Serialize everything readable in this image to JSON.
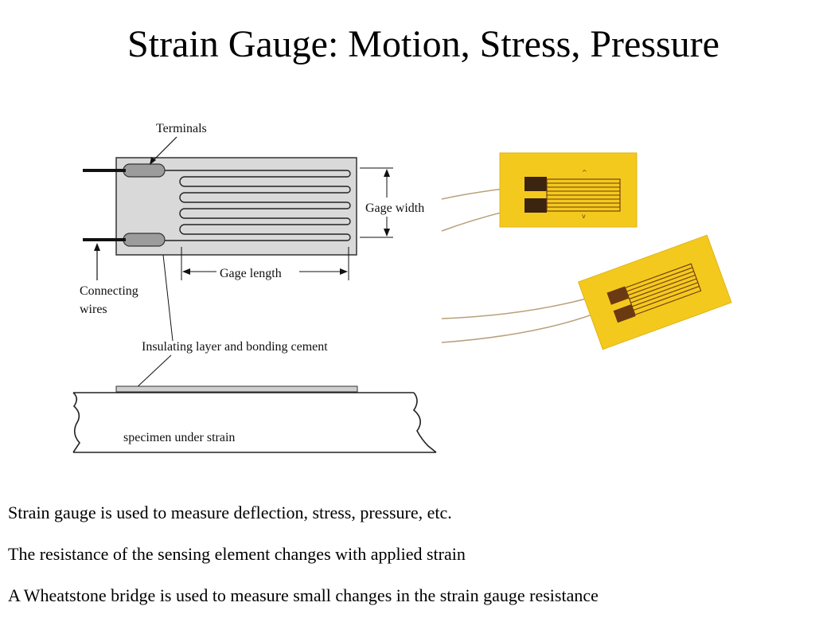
{
  "slide": {
    "title": "Strain Gauge: Motion, Stress, Pressure"
  },
  "diagram": {
    "labels": {
      "terminals": "Terminals",
      "gage_width": "Gage width",
      "gage_length": "Gage length",
      "connecting_wires_line1": "Connecting",
      "connecting_wires_line2": "wires",
      "insulating_layer": "Insulating layer and bonding cement",
      "specimen": "specimen under strain"
    }
  },
  "photo": {
    "colors": {
      "backing": "#f4c91e",
      "grid": "#6b3a12",
      "wire": "#b8a07a"
    }
  },
  "bullets": [
    "Strain gauge is used to measure deflection, stress, pressure, etc.",
    "The resistance of the sensing element changes with applied strain",
    "A Wheatstone bridge is used to measure small changes in the strain gauge resistance"
  ]
}
